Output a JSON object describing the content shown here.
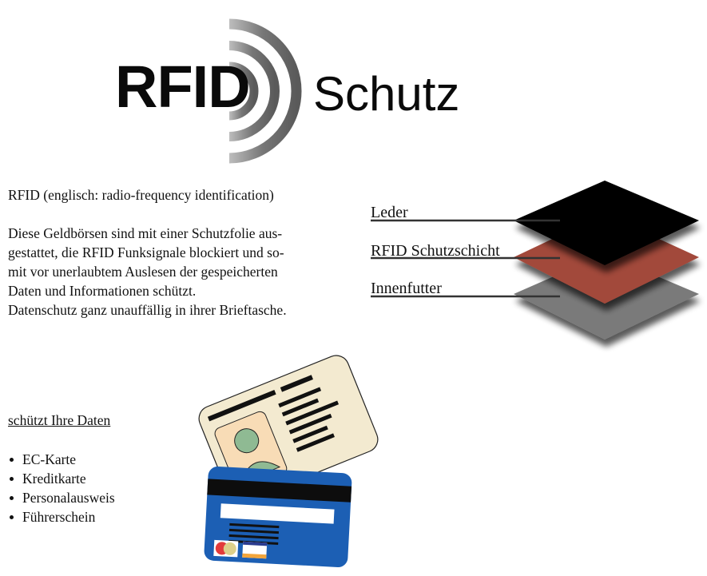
{
  "logo": {
    "primary": "RFID",
    "secondary": "Schutz",
    "wave_icon": "radio-waves-icon"
  },
  "intro": {
    "definition": "RFID (englisch: radio-frequency identification)"
  },
  "description": {
    "lines": [
      "Diese Geldbörsen sind mit einer Schutzfolie aus-",
      "gestattet, die RFID Funksignale blockiert und so-",
      "mit vor unerlaubtem Auslesen der gespeicherten",
      "Daten und Informationen schützt.",
      "Datenschutz ganz unauffällig in ihrer Brieftasche."
    ]
  },
  "layers": {
    "items": [
      {
        "label": "Leder",
        "color": "#000000"
      },
      {
        "label": "RFID Schutzschicht",
        "color": "#a2483a"
      },
      {
        "label": "Innenfutter",
        "color": "#7a7a7a"
      }
    ]
  },
  "protection": {
    "title": "schützt Ihre Daten",
    "items": [
      "EC-Karte",
      "Kreditkarte",
      "Personalausweis",
      "Führerschein"
    ]
  },
  "illustration": {
    "id_card_color": "#f3ead0",
    "photo_bg_color": "#f8dcb6",
    "avatar_color": "#8fba93",
    "bank_card_color": "#1c5fb4",
    "icons": [
      "id-card-icon",
      "bank-card-icon",
      "mastercard-logo-icon",
      "visa-logo-icon"
    ]
  }
}
